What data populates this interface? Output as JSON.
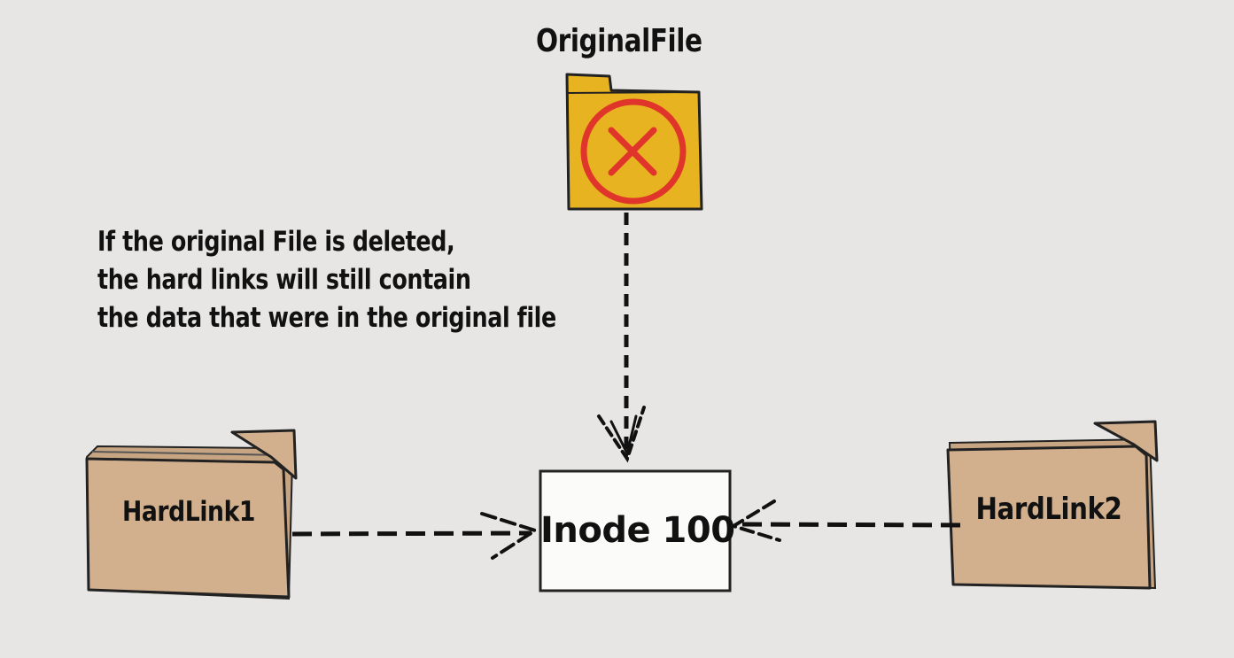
{
  "title": "OriginalFile",
  "note_lines": [
    "If the original File is deleted,",
    "the hard links will still contain",
    "the data that were in the original file"
  ],
  "nodes": {
    "inode": "Inode 100",
    "hardlink1": "HardLink1",
    "hardlink2": "HardLink2"
  },
  "colors": {
    "background": "#e7e6e4",
    "original_folder": "#e8b320",
    "deleted_mark": "#e0352a",
    "hardlink_folder": "#d2b08e",
    "ink": "#111111"
  },
  "icons": {
    "original": "folder-icon",
    "deleted": "delete-x-icon",
    "hardlinks": "folder-icon"
  }
}
